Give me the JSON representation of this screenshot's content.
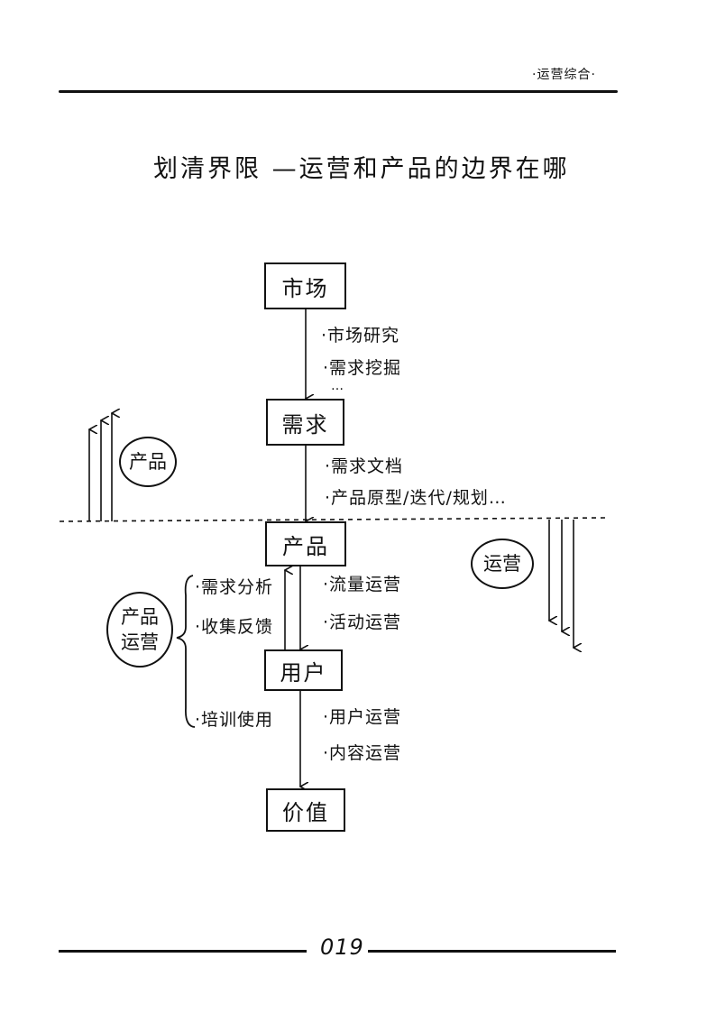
{
  "header": {
    "tag": "·运营综合·"
  },
  "title": "划清界限 —运营和产品的边界在哪",
  "flow": {
    "boxes": {
      "market": "市场",
      "demand": "需求",
      "product": "产品",
      "user": "用户",
      "value": "价值"
    },
    "notes": {
      "market_research": "·市场研究",
      "demand_mining": "·需求挖掘",
      "ellipsis": "…",
      "demand_doc": "·需求文档",
      "prototype": "·产品原型/迭代/规划…",
      "demand_analysis": "·需求分析",
      "collect_feedback": "·收集反馈",
      "training": "·培训使用",
      "traffic_ops": "·流量运营",
      "activity_ops": "·活动运营",
      "user_ops": "·用户运营",
      "content_ops": "·内容运营"
    },
    "circles": {
      "product": "产品",
      "operations": "运营",
      "product_ops_line1": "产品",
      "product_ops_line2": "运营"
    }
  },
  "footer": {
    "page_number": "019"
  }
}
